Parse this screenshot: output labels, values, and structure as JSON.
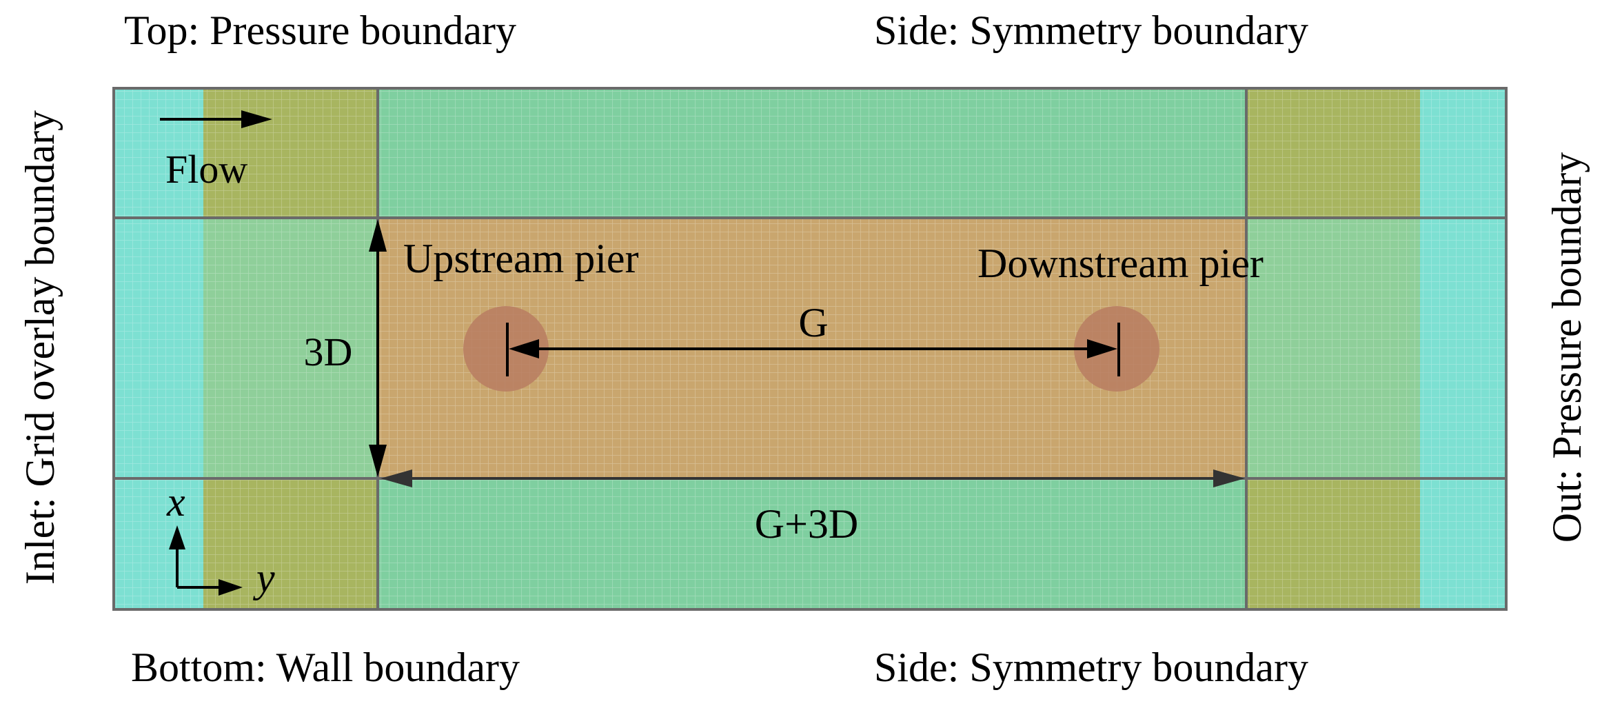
{
  "boundaries": {
    "top": "Top: Pressure boundary",
    "side_top": "Side: Symmetry boundary",
    "bottom": "Bottom: Wall boundary",
    "side_bottom": "Side: Symmetry boundary",
    "inlet": "Inlet: Grid overlay boundary",
    "outlet": "Out: Pressure boundary"
  },
  "labels": {
    "flow": "Flow",
    "upstream_pier": "Upstream pier",
    "downstream_pier": "Downstream pier",
    "gap": "G",
    "width": "3D",
    "length": "G+3D"
  },
  "axes": {
    "x": "x",
    "y": "y"
  },
  "colors": {
    "coarse_mesh": "#7de0d2",
    "medium_mesh": "#7fcfa0",
    "fine_mesh": "#c9a66e",
    "pier": "#b97c62",
    "refined_band": "#a8b560",
    "grid_line": "#6a6a6a",
    "arrow": "#000000"
  }
}
